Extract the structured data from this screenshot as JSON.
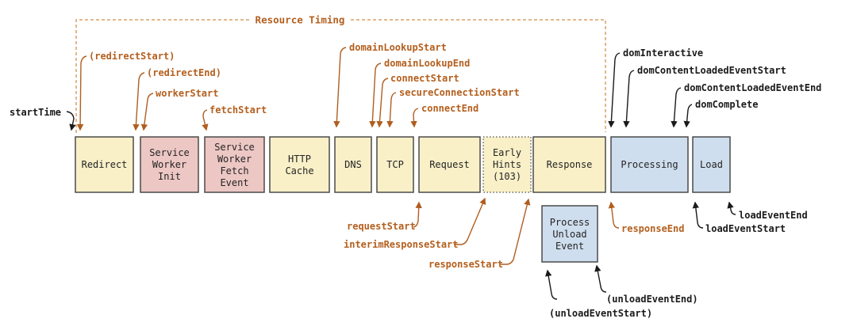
{
  "diagram": {
    "bracket_label": "Resource Timing",
    "boxes": [
      {
        "name": "redirect",
        "lines": [
          "Redirect"
        ],
        "style": "yellow"
      },
      {
        "name": "service-worker-init",
        "lines": [
          "Service",
          "Worker",
          "Init"
        ],
        "style": "pink"
      },
      {
        "name": "service-worker-fetch-event",
        "lines": [
          "Service",
          "Worker",
          "Fetch",
          "Event"
        ],
        "style": "pink"
      },
      {
        "name": "http-cache",
        "lines": [
          "HTTP",
          "Cache"
        ],
        "style": "yellow"
      },
      {
        "name": "dns",
        "lines": [
          "DNS"
        ],
        "style": "yellow"
      },
      {
        "name": "tcp",
        "lines": [
          "TCP"
        ],
        "style": "yellow"
      },
      {
        "name": "request",
        "lines": [
          "Request"
        ],
        "style": "yellow"
      },
      {
        "name": "early-hints",
        "lines": [
          "Early",
          "Hints",
          "(103)"
        ],
        "style": "yellow-dotted"
      },
      {
        "name": "response",
        "lines": [
          "Response"
        ],
        "style": "yellow"
      },
      {
        "name": "processing",
        "lines": [
          "Processing"
        ],
        "style": "blue"
      },
      {
        "name": "load",
        "lines": [
          "Load"
        ],
        "style": "blue"
      },
      {
        "name": "process-unload-event",
        "lines": [
          "Process",
          "Unload",
          "Event"
        ],
        "style": "blue"
      }
    ],
    "labels": {
      "start_time": "startTime",
      "redirect_start": "(redirectStart)",
      "redirect_end": "(redirectEnd)",
      "worker_start": "workerStart",
      "fetch_start": "fetchStart",
      "domain_lookup_start": "domainLookupStart",
      "domain_lookup_end": "domainLookupEnd",
      "connect_start": "connectStart",
      "secure_connection_start": "secureConnectionStart",
      "connect_end": "connectEnd",
      "dom_interactive": "domInteractive",
      "dom_content_loaded_event_start": "domContentLoadedEventStart",
      "dom_content_loaded_event_end": "domContentLoadedEventEnd",
      "dom_complete": "domComplete",
      "request_start": "requestStart",
      "interim_response_start": "interimResponseStart",
      "response_start": "responseStart",
      "response_end": "responseEnd",
      "load_event_start": "loadEventStart",
      "load_event_end": "loadEventEnd",
      "unload_event_start": "(unloadEventStart)",
      "unload_event_end": "(unloadEventEnd)"
    },
    "colors": {
      "orange_label": "#b45f1e",
      "orange_dash": "#d9a066",
      "black_label": "#1a1a1a",
      "box_yellow": "#f9f0c8",
      "box_pink": "#ecc7c4",
      "box_blue": "#cfdeee",
      "box_border": "#4a4a4a",
      "background": "#ffffff"
    }
  }
}
